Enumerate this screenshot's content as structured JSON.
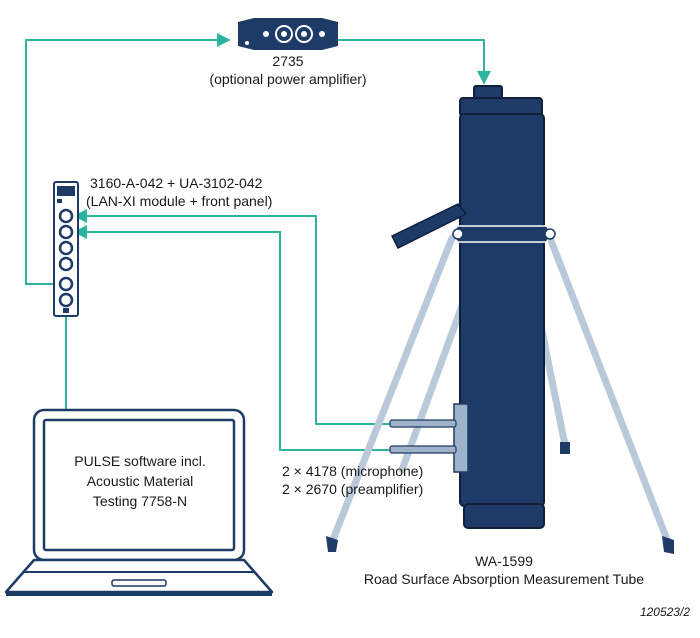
{
  "amplifier": {
    "model": "2735",
    "description": "(optional power amplifier)"
  },
  "lanxi": {
    "model": "3160-A-042 + UA-3102-042",
    "description": "(LAN-XI module + front panel)"
  },
  "laptop": {
    "line1": "PULSE software incl.",
    "line2": "Acoustic Material",
    "line3": "Testing 7758-N"
  },
  "sensors": {
    "microphone": "2 × 4178 (microphone)",
    "preamplifier": "2 × 2670 (preamplifier)"
  },
  "tube": {
    "model": "WA-1599",
    "description": "Road Surface Absorption Measurement Tube"
  },
  "figure_id": "120523/2",
  "colors": {
    "wire": "#2bb5a0",
    "tube": "#1e3a66",
    "legs": "#b9c9d9",
    "equipment": "#1e3a66"
  }
}
